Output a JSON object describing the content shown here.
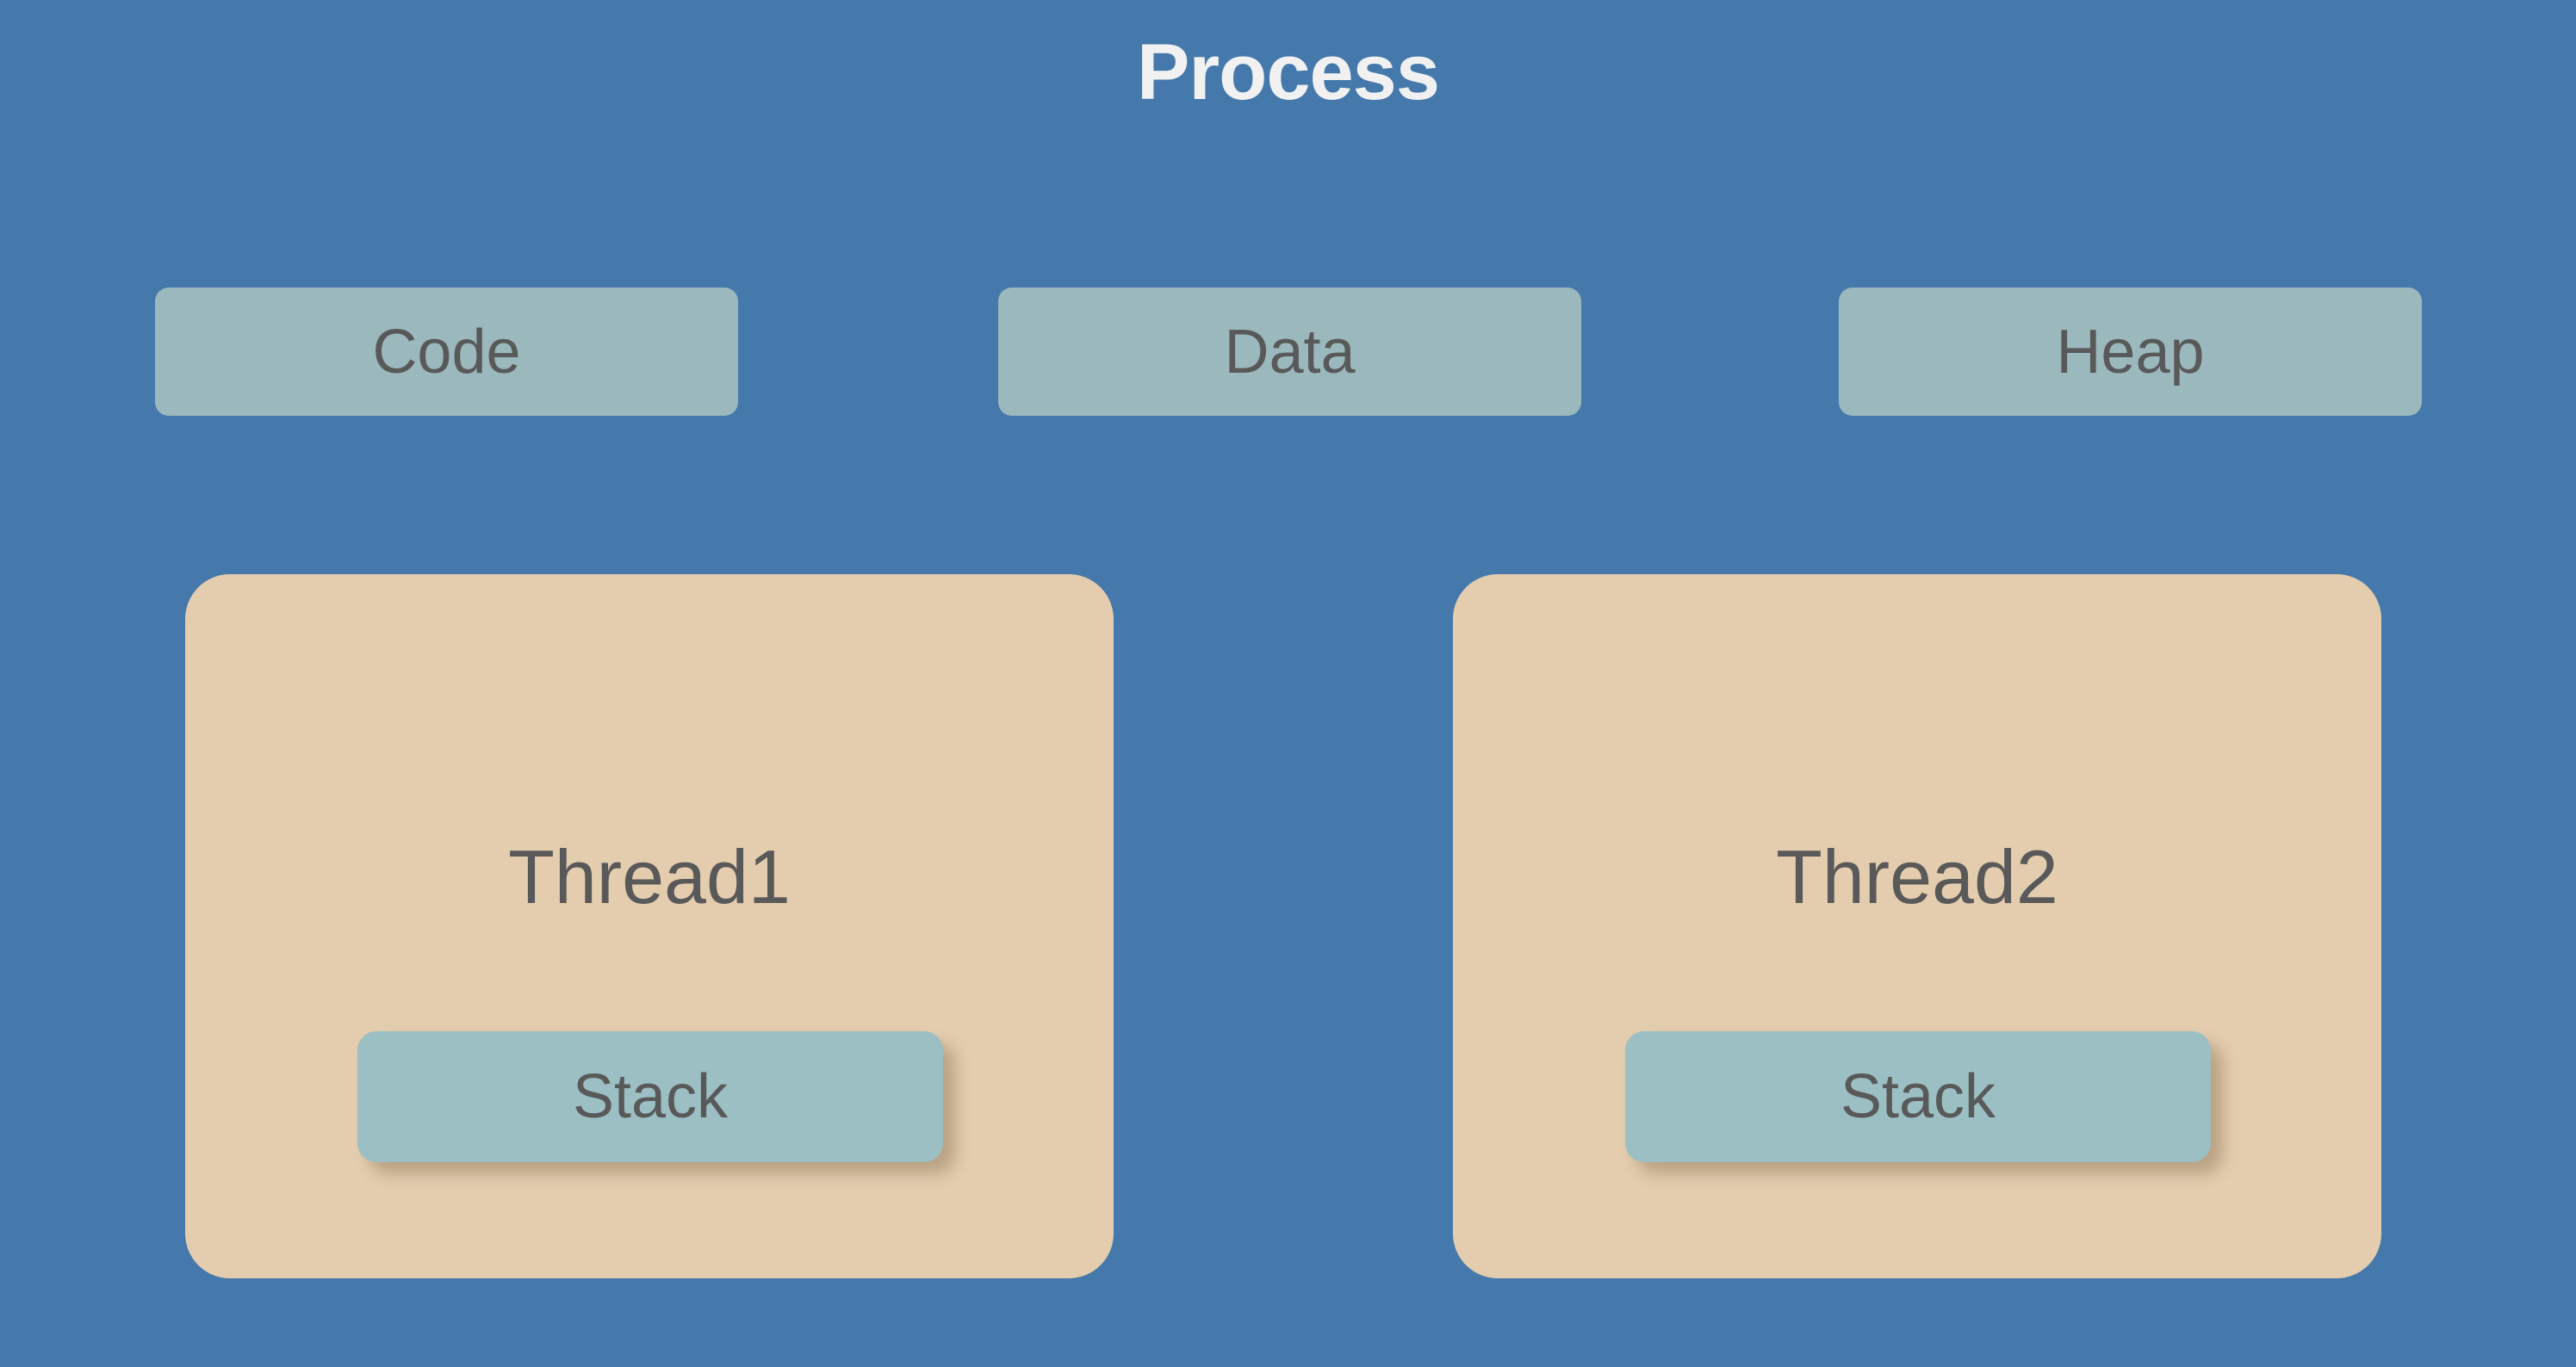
{
  "diagram": {
    "title": "Process",
    "background_color": "#4679ab",
    "title_color": "#f1f1f1",
    "segments": [
      {
        "id": "code",
        "label": "Code",
        "fill_color": "#9bb9bd",
        "text_color": "#595959"
      },
      {
        "id": "data",
        "label": "Data",
        "fill_color": "#9bb9bd",
        "text_color": "#595959"
      },
      {
        "id": "heap",
        "label": "Heap",
        "fill_color": "#9bb9bd",
        "text_color": "#595959"
      }
    ],
    "threads": [
      {
        "id": "thread1",
        "label": "Thread1",
        "fill_color": "#e4cdaf",
        "text_color": "#595959",
        "stack": {
          "label": "Stack",
          "fill_color": "#9bbfc3",
          "text_color": "#595959"
        }
      },
      {
        "id": "thread2",
        "label": "Thread2",
        "fill_color": "#e4cdaf",
        "text_color": "#595959",
        "stack": {
          "label": "Stack",
          "fill_color": "#9bbfc3",
          "text_color": "#595959"
        }
      }
    ]
  }
}
